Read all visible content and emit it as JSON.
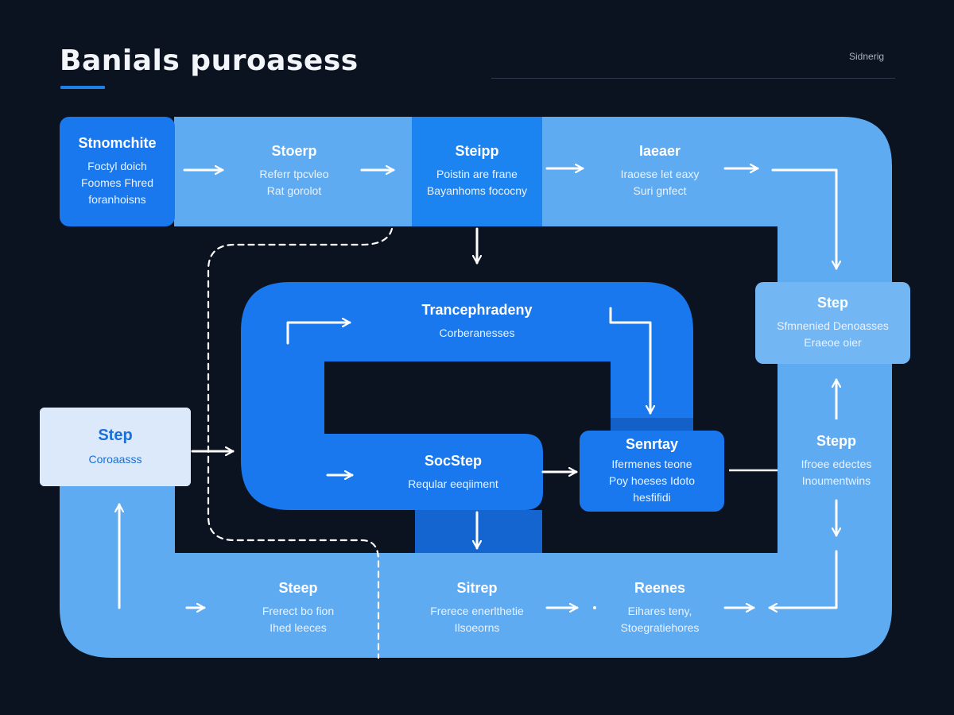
{
  "header": {
    "title": "Banials puroasess",
    "right_label": "Sidnerig"
  },
  "colors": {
    "background": "#0b1220",
    "path_light": "#5fabf2",
    "box_mid": "#1c84f0",
    "box_dark": "#1a78ee",
    "accent": "#1e7fe8",
    "arrow": "#ffffff",
    "dashed": "#ffffff"
  },
  "nodes": {
    "start": {
      "title": "Stnomchite",
      "lines": [
        "Foctyl doich",
        "Foomes Fhred",
        "foranhoisns"
      ]
    },
    "top1": {
      "title": "Stoerp",
      "lines": [
        "Referr tpcvleo",
        "Rat gorolot"
      ]
    },
    "top2": {
      "title": "Steipp",
      "lines": [
        "Poistin are frane",
        "Bayanhoms fococny"
      ]
    },
    "top3": {
      "title": "Iaeaer",
      "lines": [
        "Iraoese let eaxy",
        "Suri gnfect"
      ]
    },
    "right_step": {
      "title": "Step",
      "lines": [
        "Sfmnenied Denoasses",
        "Eraeoe oier"
      ]
    },
    "center_loop": {
      "title": "Trancephradeny",
      "lines": [
        "Corberanesses"
      ]
    },
    "inner_step": {
      "title": "SocStep",
      "lines": [
        "Reqular eeqiiment"
      ]
    },
    "right_box": {
      "title": "Senrtay",
      "lines": [
        "Ifermenes teone",
        "Poy hoeses Idoto",
        "hesfifidi"
      ]
    },
    "left_step": {
      "title": "Step",
      "lines": [
        "Coroaasss"
      ]
    },
    "right_lower": {
      "title": "Stepp",
      "lines": [
        "Ifroee edectes",
        "Inoumentwins"
      ]
    },
    "bottom1": {
      "title": "Steep",
      "lines": [
        "Frerect bo fion",
        "Ihed leeces"
      ]
    },
    "bottom2": {
      "title": "Sitrep",
      "lines": [
        "Frerece enerlthetie",
        "Ilsoeorns"
      ]
    },
    "bottom3": {
      "title": "Reenes",
      "lines": [
        "Eihares teny,",
        "Stoegratiehores"
      ]
    }
  }
}
